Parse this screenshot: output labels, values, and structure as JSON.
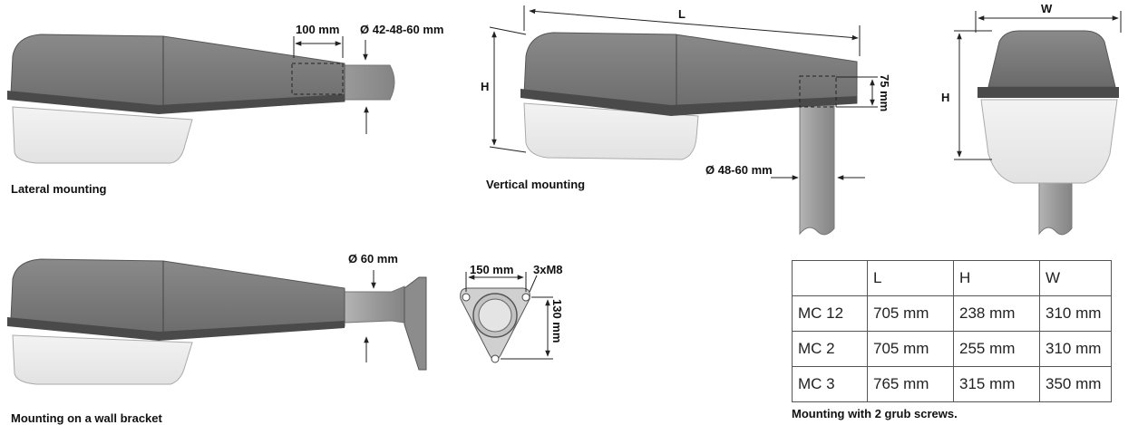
{
  "lateral": {
    "caption": "Lateral mounting",
    "dim_length": "100 mm",
    "dim_diameter": "Ø 42-48-60 mm"
  },
  "vertical": {
    "caption": "Vertical mounting",
    "dim_L": "L",
    "dim_H": "H",
    "dim_75": "75 mm",
    "dim_diameter": "Ø 48-60 mm"
  },
  "front": {
    "dim_W": "W",
    "dim_H": "H"
  },
  "wall": {
    "caption": "Mounting on a wall bracket",
    "dim_diameter": "Ø 60 mm"
  },
  "bracket": {
    "dim_width": "150 mm",
    "dim_screws": "3xM8",
    "dim_height": "130 mm"
  },
  "table": {
    "headers": [
      "",
      "L",
      "H",
      "W"
    ],
    "rows": [
      [
        "MC 12",
        "705 mm",
        "238 mm",
        "310 mm"
      ],
      [
        "MC 2",
        "705 mm",
        "255 mm",
        "310 mm"
      ],
      [
        "MC 3",
        "765 mm",
        "315 mm",
        "350 mm"
      ]
    ],
    "caption": "Mounting with 2 grub screws."
  },
  "colors": {
    "housing": "#7a7a7a",
    "housing_dark": "#5e5e5e",
    "band": "#4a4a4a",
    "bowl": "#ececec",
    "pole": "#9a9a9a"
  }
}
